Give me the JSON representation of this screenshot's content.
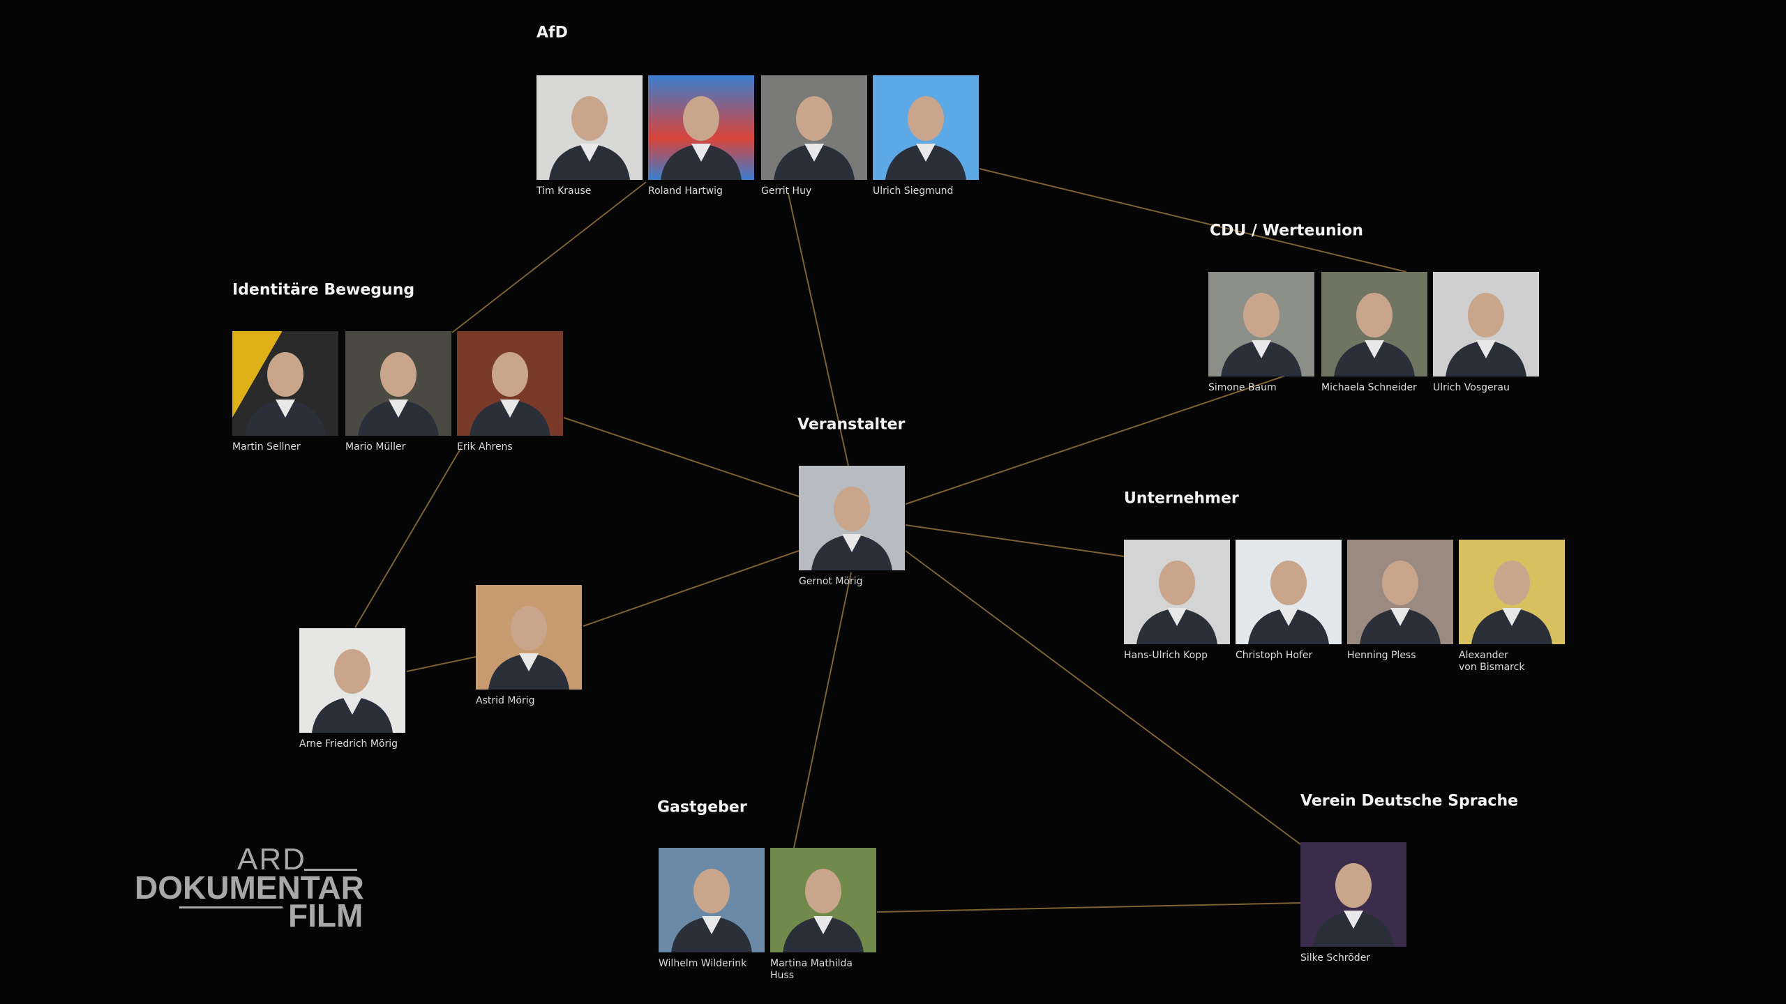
{
  "groups": {
    "afd": {
      "label": "AfD",
      "members": [
        "Tim Krause",
        "Roland Hartwig",
        "Gerrit Huy",
        "Ulrich Siegmund"
      ]
    },
    "cdu": {
      "label": "CDU / Werteunion",
      "members": [
        "Simone Baum",
        "Michaela Schneider",
        "Ulrich Vosgerau"
      ]
    },
    "ib": {
      "label": "Identitäre Bewegung",
      "members": [
        "Martin Sellner",
        "Mario Müller",
        "Erik Ahrens"
      ]
    },
    "veranstalter": {
      "label": "Veranstalter",
      "members": [
        "Gernot Mörig"
      ]
    },
    "unternehmer": {
      "label": "Unternehmer",
      "members": [
        "Hans-Ulrich Kopp",
        "Christoph Hofer",
        "Henning Pless",
        "Alexander",
        "von Bismarck"
      ]
    },
    "family": {
      "members": [
        "Astrid Mörig",
        "Arne Friedrich Mörig"
      ]
    },
    "gastgeber": {
      "label": "Gastgeber",
      "members": [
        "Wilhelm Wilderink",
        "Martina Mathilda",
        "Huss"
      ]
    },
    "vds": {
      "label": "Verein Deutsche Sprache",
      "members": [
        "Silke Schröder"
      ]
    }
  },
  "logo": {
    "line1": "ARD",
    "line2": "DOKUMENTAR",
    "line3": "FILM"
  },
  "colors": {
    "background": "#050505",
    "connection": "#8a6c38"
  }
}
